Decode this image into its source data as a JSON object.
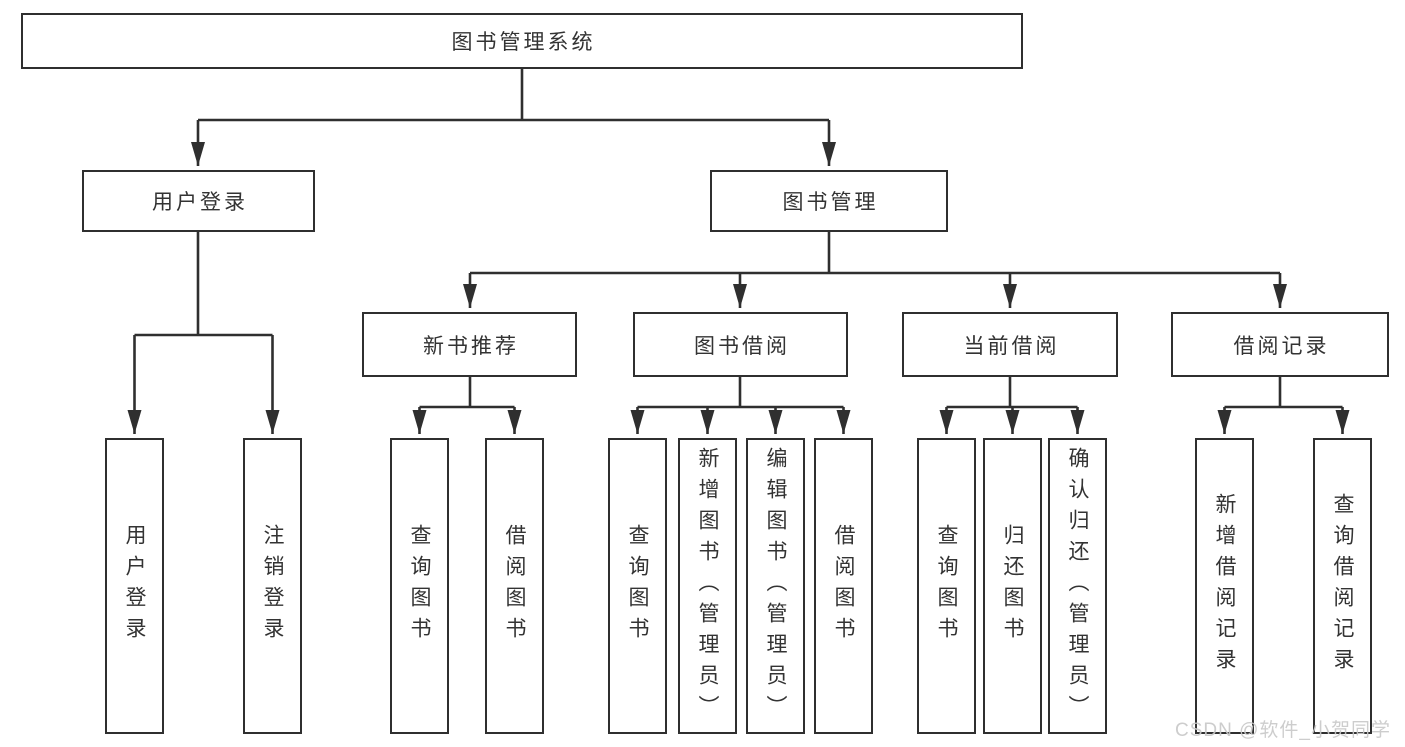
{
  "tree": {
    "label": "图书管理系统",
    "children": [
      {
        "label": "用户登录",
        "children": [
          {
            "label": "用户登录"
          },
          {
            "label": "注销登录"
          }
        ]
      },
      {
        "label": "图书管理",
        "children": [
          {
            "label": "新书推荐",
            "children": [
              {
                "label": "查询图书"
              },
              {
                "label": "借阅图书"
              }
            ]
          },
          {
            "label": "图书借阅",
            "children": [
              {
                "label": "查询图书"
              },
              {
                "label": "新增图书（管理员）"
              },
              {
                "label": "编辑图书（管理员）"
              },
              {
                "label": "借阅图书"
              }
            ]
          },
          {
            "label": "当前借阅",
            "children": [
              {
                "label": "查询图书"
              },
              {
                "label": "归还图书"
              },
              {
                "label": "确认归还（管理员）"
              }
            ]
          },
          {
            "label": "借阅记录",
            "children": [
              {
                "label": "新增借阅记录"
              },
              {
                "label": "查询借阅记录"
              }
            ]
          }
        ]
      }
    ]
  },
  "watermark": {
    "text": "CSDN @软件_小贺同学"
  },
  "colors": {
    "line": "#2f2f2f",
    "box_border": "#2f2f2f",
    "box_background": "#ffffff",
    "label_text": "#333333",
    "watermark_text": "#c9c9c9",
    "page_background": "#ffffff"
  }
}
